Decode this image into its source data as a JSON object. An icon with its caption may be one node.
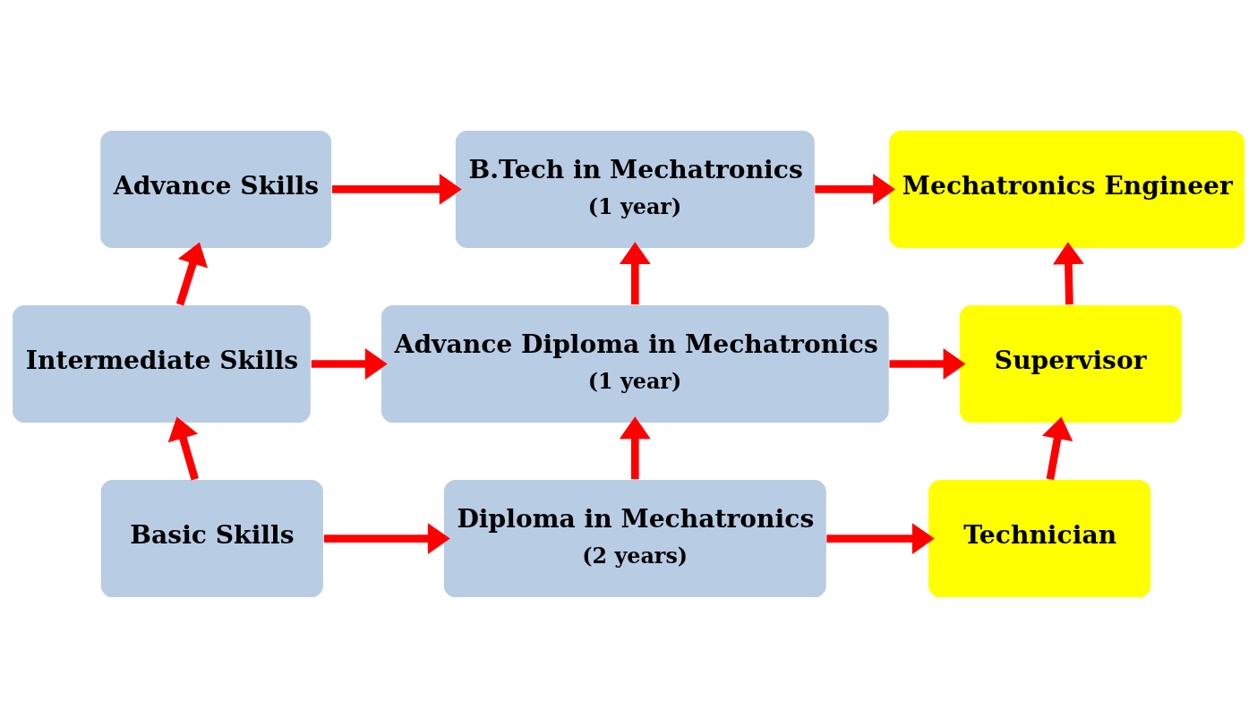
{
  "diagram": {
    "nodes": [
      {
        "text": [
          "Advance Skills"
        ]
      },
      {
        "text": [
          "B.Tech in Mechatronics",
          "(1 year)"
        ]
      },
      {
        "text": [
          "Mechatronics Engineer"
        ]
      },
      {
        "text": [
          "Intermediate Skills"
        ]
      },
      {
        "text": [
          "Advance Diploma in Mechatronics",
          "(1 year)"
        ]
      },
      {
        "text": [
          "Supervisor"
        ]
      },
      {
        "text": [
          "Basic Skills"
        ]
      },
      {
        "text": [
          "Diploma in Mechatronics",
          "(2 years)"
        ]
      },
      {
        "text": [
          "Technician"
        ]
      }
    ],
    "edges": [
      {
        "from": 0,
        "to": 1,
        "arrow": "to"
      },
      {
        "from": 1,
        "to": 2,
        "arrow": "to"
      },
      {
        "from": 3,
        "to": 4,
        "arrow": "to"
      },
      {
        "from": 4,
        "to": 5,
        "arrow": "to"
      },
      {
        "from": 6,
        "to": 7,
        "arrow": "to"
      },
      {
        "from": 7,
        "to": 8,
        "arrow": "to"
      },
      {
        "from": 3,
        "to": 0,
        "arrow": "to"
      },
      {
        "from": 6,
        "to": 3,
        "arrow": "to"
      },
      {
        "from": 4,
        "to": 1,
        "arrow": "to"
      },
      {
        "from": 7,
        "to": 4,
        "arrow": "to"
      },
      {
        "from": 5,
        "to": 2,
        "arrow": "to"
      },
      {
        "from": 8,
        "to": 5,
        "arrow": "to"
      }
    ]
  }
}
